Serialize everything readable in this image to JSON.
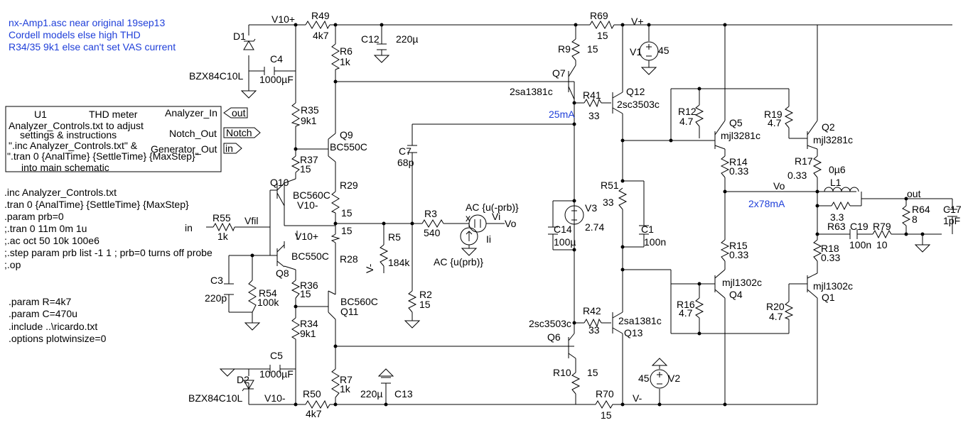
{
  "header_notes": [
    "nx-Amp1.asc near original 19sep13",
    "Cordell models else high THD",
    "R34/35 9k1 else can't set VAS current"
  ],
  "analyzer_box": {
    "name": "U1",
    "title": "THD meter",
    "lines": [
      "Analyzer_Controls.txt to adjust",
      "settings & instructions",
      "\".inc Analyzer_Controls.txt\" &",
      "\".tran 0 {AnalTime} {SettleTime} {MaxStep}\"",
      "into main schematic"
    ],
    "ports": [
      "Analyzer_In",
      "Notch_Out",
      "Generator_Out"
    ],
    "flags": [
      "out",
      "Notch",
      "in"
    ]
  },
  "spice_directives": [
    ".inc Analyzer_Controls.txt",
    ".tran 0 {AnalTime} {SettleTime} {MaxStep}",
    ".param prb=0",
    ";.tran 0 11m 0m 1u",
    ";.ac oct 50 10k 100e6",
    ";.step param prb list -1 1 ; prb=0 turns off probe",
    ";.op"
  ],
  "param_directives": [
    ".param R=4k7",
    ".param C=470u",
    ".include ..\\ricardo.txt",
    ".options plotwinsize=0"
  ],
  "currents": {
    "vas": "25mA",
    "output": "2x78mA"
  },
  "components": {
    "D1": {
      "ref": "D1",
      "value": "BZX84C10L"
    },
    "D2": {
      "ref": "D2",
      "value": "BZX84C10L"
    },
    "C4": {
      "ref": "C4",
      "value": "1000µF"
    },
    "C5": {
      "ref": "C5",
      "value": "1000µF"
    },
    "R49": {
      "ref": "R49",
      "value": "4k7"
    },
    "R50": {
      "ref": "R50",
      "value": "4k7"
    },
    "R6": {
      "ref": "R6",
      "value": "1k"
    },
    "R7": {
      "ref": "R7",
      "value": "1k"
    },
    "C12": {
      "ref": "C12",
      "value": "220µ"
    },
    "C13": {
      "ref": "C13",
      "value": "220µ"
    },
    "R35": {
      "ref": "R35",
      "value": "9k1"
    },
    "R34": {
      "ref": "R34",
      "value": "9k1"
    },
    "R37": {
      "ref": "R37",
      "value": "15"
    },
    "R36": {
      "ref": "R36",
      "value": "15"
    },
    "Q9": {
      "ref": "Q9",
      "value": "BC550C"
    },
    "Q11": {
      "ref": "Q11",
      "value": "BC560C"
    },
    "Q10": {
      "ref": "Q10",
      "value": "BC560C"
    },
    "Q8": {
      "ref": "Q8",
      "value": "BC550C"
    },
    "R29": {
      "ref": "R29",
      "value": "15"
    },
    "R28": {
      "ref": "R28",
      "value": "15"
    },
    "R55": {
      "ref": "R55",
      "value": "1k"
    },
    "C3": {
      "ref": "C3",
      "value": "220p"
    },
    "R54": {
      "ref": "R54",
      "value": "100k"
    },
    "C7": {
      "ref": "C7",
      "value": "68p"
    },
    "R3": {
      "ref": "R3",
      "value": "540"
    },
    "R5": {
      "ref": "R5",
      "value": "184k"
    },
    "R2": {
      "ref": "R2",
      "value": "15"
    },
    "R69": {
      "ref": "R69",
      "value": "15"
    },
    "R70": {
      "ref": "R70",
      "value": "15"
    },
    "R9": {
      "ref": "R9",
      "value": "15"
    },
    "R10": {
      "ref": "R10",
      "value": "15"
    },
    "Q7": {
      "ref": "Q7",
      "value": "2sa1381c"
    },
    "Q6": {
      "ref": "Q6",
      "value": "2sc3503c"
    },
    "R41": {
      "ref": "R41",
      "value": "33"
    },
    "R42": {
      "ref": "R42",
      "value": "33"
    },
    "Q12": {
      "ref": "Q12",
      "value": "2sc3503c"
    },
    "Q13": {
      "ref": "Q13",
      "value": "2sa1381c"
    },
    "V3": {
      "ref": "V3",
      "value": "2.74"
    },
    "C14": {
      "ref": "C14",
      "value": "100µ"
    },
    "R51": {
      "ref": "R51",
      "value": "33"
    },
    "C1": {
      "ref": "C1",
      "value": "100n"
    },
    "V1": {
      "ref": "V1",
      "value": "45"
    },
    "V2": {
      "ref": "V2",
      "value": "45"
    },
    "R12": {
      "ref": "R12",
      "value": "4.7"
    },
    "Q5": {
      "ref": "Q5",
      "value": "mjl3281c"
    },
    "R14": {
      "ref": "R14",
      "value": "0.33"
    },
    "R19": {
      "ref": "R19",
      "value": "4.7"
    },
    "Q2": {
      "ref": "Q2",
      "value": "mjl3281c"
    },
    "R17": {
      "ref": "R17",
      "value": "0.33"
    },
    "L1": {
      "ref": "L1",
      "value": "0µ6"
    },
    "R63": {
      "ref": "R63",
      "value": "3.3"
    },
    "R64": {
      "ref": "R64",
      "value": "8"
    },
    "C17": {
      "ref": "C17",
      "value": "1pF"
    },
    "C19": {
      "ref": "C19",
      "value": "100n"
    },
    "R79": {
      "ref": "R79",
      "value": "10"
    },
    "R15": {
      "ref": "R15",
      "value": "0.33"
    },
    "R18": {
      "ref": "R18",
      "value": "0.33"
    },
    "Q4": {
      "ref": "Q4",
      "value": "mjl1302c"
    },
    "Q1": {
      "ref": "Q1",
      "value": "mjl1302c"
    },
    "R16": {
      "ref": "R16",
      "value": "4.7"
    },
    "R20": {
      "ref": "R20",
      "value": "4.7"
    }
  },
  "probe": {
    "x": "x",
    "vi": "Vi",
    "ii": "Ii",
    "ac_top": "AC {u(-prb)}",
    "ac_bottom": "AC {u(prb)}",
    "vo": "Vo"
  },
  "nets": {
    "v10p": "V10+",
    "v10m": "V10-",
    "vplus": "V+",
    "vminus": "V-",
    "vfil": "Vfil",
    "in": "in",
    "vo": "Vo",
    "out": "out",
    "v_mid": "V-"
  }
}
